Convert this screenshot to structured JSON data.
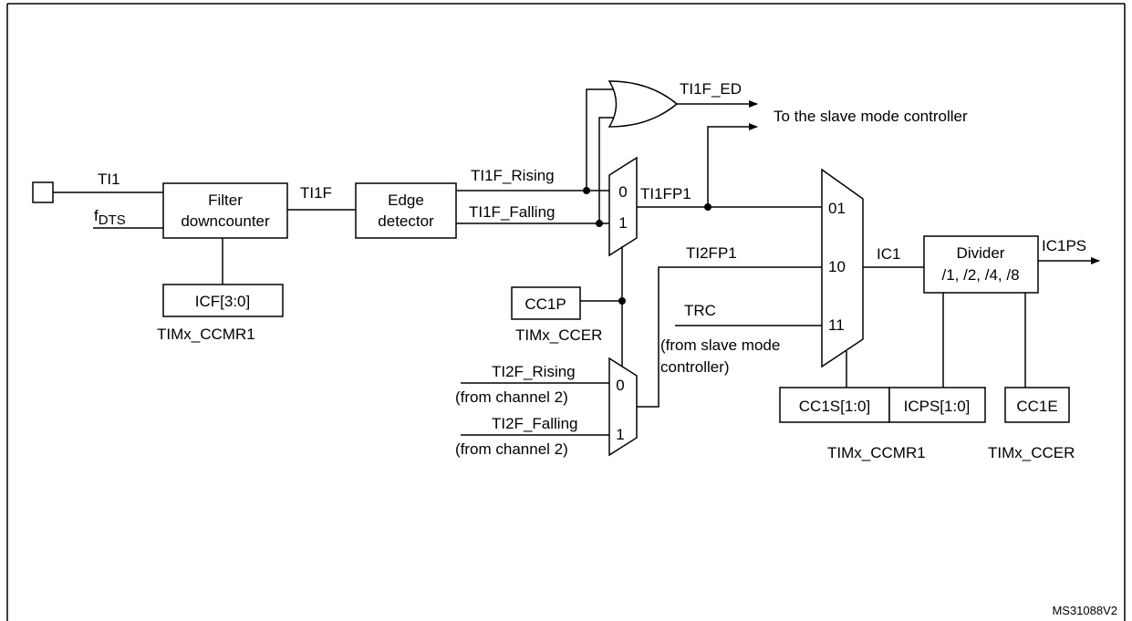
{
  "diagram": {
    "inputs": {
      "ti1": "TI1",
      "fdts_main": "f",
      "fdts_sub": "DTS",
      "ti2f_rising": "TI2F_Rising",
      "ti2f_falling": "TI2F_Falling",
      "from_channel_2_a": "(from channel 2)",
      "from_channel_2_b": "(from channel 2)",
      "trc": "TRC",
      "from_slave_line1": "(from slave mode",
      "from_slave_line2": "controller)"
    },
    "blocks": {
      "filter_line1": "Filter",
      "filter_line2": "downcounter",
      "icf": "ICF[3:0]",
      "timx_ccmr1_a": "TIMx_CCMR1",
      "edge_line1": "Edge",
      "edge_line2": "detector",
      "cc1p": "CC1P",
      "timx_ccer_a": "TIMx_CCER",
      "divider_line1": "Divider",
      "divider_line2": "/1, /2, /4, /8",
      "cc1s": "CC1S[1:0]",
      "icps": "ICPS[1:0]",
      "timx_ccmr1_b": "TIMx_CCMR1",
      "cc1e": "CC1E",
      "timx_ccer_b": "TIMx_CCER"
    },
    "signals": {
      "ti1f": "TI1F",
      "ti1f_rising": "TI1F_Rising",
      "ti1f_falling": "TI1F_Falling",
      "ti1f_ed": "TI1F_ED",
      "to_slave": "To the slave mode controller",
      "ti1fp1": "TI1FP1",
      "ti2fp1": "TI2FP1",
      "ic1": "IC1",
      "ic1ps": "IC1PS"
    },
    "mux_inputs": {
      "m1_0": "0",
      "m1_1": "1",
      "m2_0": "0",
      "m2_1": "1",
      "m3_01": "01",
      "m3_10": "10",
      "m3_11": "11"
    },
    "reference": "MS31088V2"
  }
}
